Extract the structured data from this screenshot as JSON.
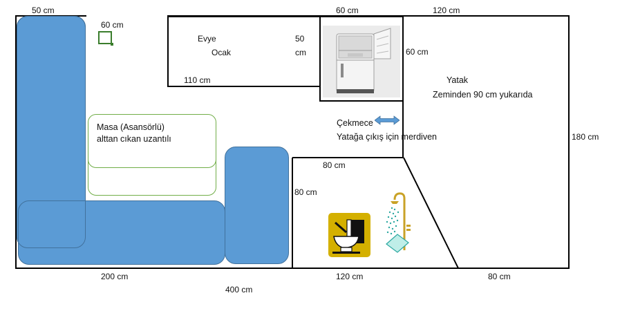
{
  "dims": {
    "top_left_50": "50 cm",
    "small_60": "60 cm",
    "top_60": "60 cm",
    "top_120": "120 cm",
    "fridge_side_60": "60 cm",
    "kitchen_110": "110 cm",
    "right_180": "180 cm",
    "bath_top_80": "80 cm",
    "bath_left_80": "80 cm",
    "bottom_200": "200 cm",
    "bottom_120": "120 cm",
    "bottom_80": "80 cm",
    "total_400": "400 cm",
    "kitchen_50": "50",
    "kitchen_cm": "cm"
  },
  "labels": {
    "sink": "Evye",
    "stove": "Ocak",
    "table_line1": "Masa  (Asansörlü)",
    "table_line2": "alttan cıkan uzantılı",
    "bed_title": "Yatak",
    "bed_note": "Zeminden 90 cm yukarıda",
    "drawer": "Çekmece",
    "ladder": "Yatağa çıkış için merdiven"
  },
  "icons": {
    "fridge": "fridge-icon",
    "toilet": "toilet-icon",
    "shower": "shower-icon",
    "arrow": "double-arrow-icon"
  },
  "colors": {
    "furniture_blue": "#5b9bd5",
    "table_green": "#70ad47",
    "toilet_yellow": "#d4b000",
    "shower_teal": "#2aa7a0"
  }
}
